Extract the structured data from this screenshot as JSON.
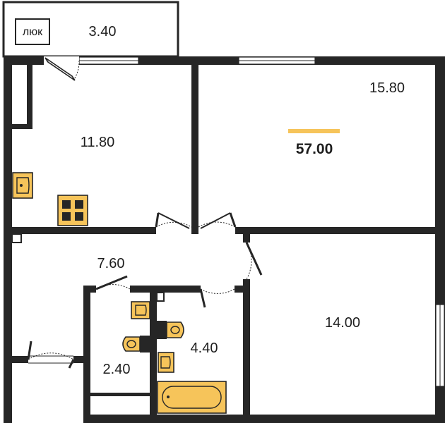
{
  "plan": {
    "hatch_label": "люк",
    "total_area": "57.00",
    "accent_color": "#f6c45a",
    "wall_color": "#262626",
    "rooms": {
      "balcony": "3.40",
      "kitchen": "11.80",
      "living_room": "15.80",
      "hallway": "7.60",
      "bedroom": "14.00",
      "bathroom": "4.40",
      "wc": "2.40"
    }
  }
}
